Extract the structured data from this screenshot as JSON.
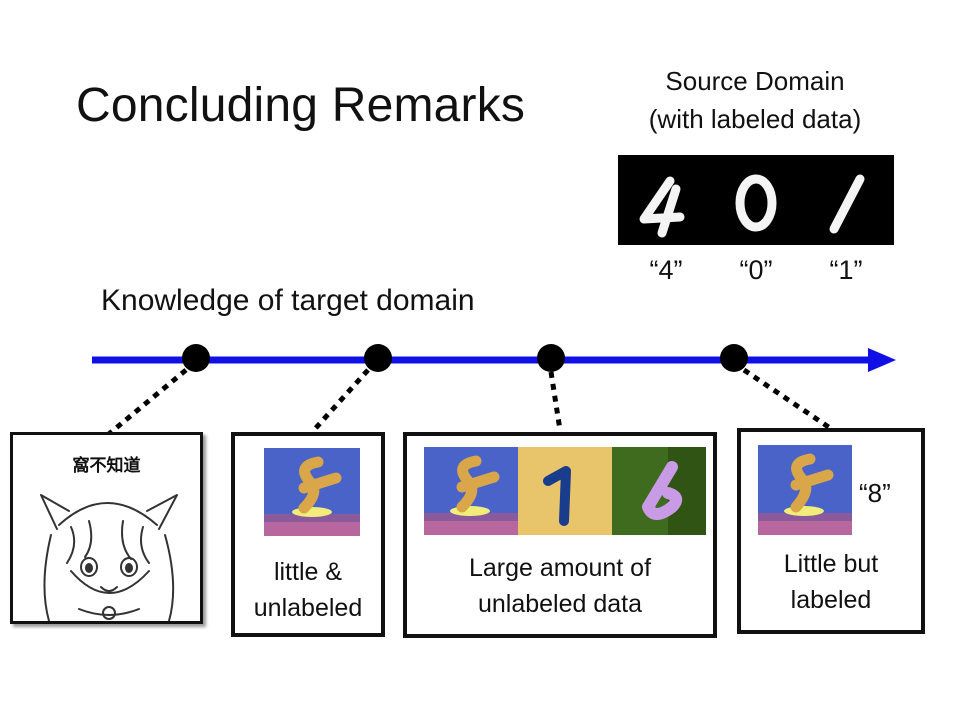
{
  "title": "Concluding Remarks",
  "source_domain": {
    "title_line1": "Source Domain",
    "title_line2": "(with labeled data)",
    "labels": [
      "“4”",
      "“0”",
      "“1”"
    ],
    "digits_shown": [
      "4",
      "0",
      "1"
    ]
  },
  "knowledge_label": "Knowledge of target domain",
  "axis": {
    "color": "#1010e6",
    "point_count": 4
  },
  "boxes": {
    "cartoon": {
      "caption": "窩不知道"
    },
    "little_unlabeled": {
      "line1": "little &",
      "line2": "unlabeled"
    },
    "large_unlabeled": {
      "line1": "Large amount of",
      "line2": "unlabeled data"
    },
    "little_labeled": {
      "label": "“8”",
      "line1": "Little but",
      "line2": "labeled"
    }
  },
  "colors": {
    "axis_blue": "#1010e6",
    "tile_blue": "#4a63c8",
    "tile_orange": "#d9a64a",
    "tile_yellow": "#e8c46a",
    "tile_green": "#3f6b1f",
    "digit_pink": "#c99be6",
    "digit_navy": "#1a3c8c"
  }
}
